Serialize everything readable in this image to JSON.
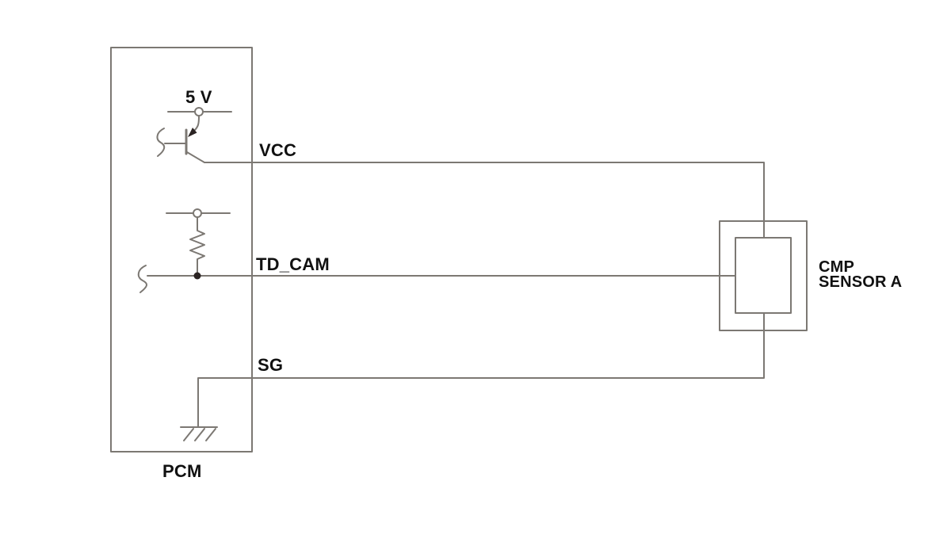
{
  "colors": {
    "background": "#ffffff",
    "wire": "#7c7873",
    "dark": "#2b2423",
    "text": "#111111"
  },
  "pcm": {
    "label": "PCM",
    "supply_label": "5 V"
  },
  "sensor": {
    "label_line1": "CMP",
    "label_line2": "SENSOR A"
  },
  "wires": [
    {
      "name": "VCC"
    },
    {
      "name": "TD_CAM"
    },
    {
      "name": "SG"
    }
  ]
}
